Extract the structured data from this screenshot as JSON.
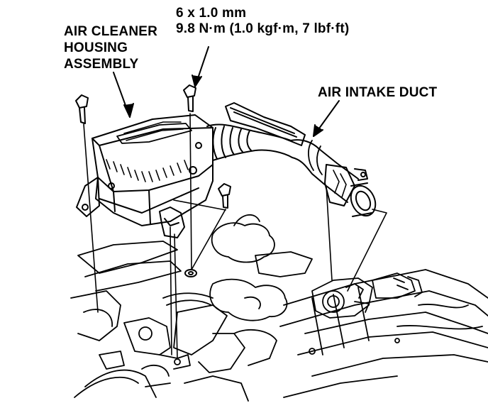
{
  "callouts": {
    "housing": {
      "line1": "AIR CLEANER",
      "line2": "HOUSING",
      "line3": "ASSEMBLY"
    },
    "bolt_spec": {
      "size": "6 x 1.0 mm",
      "torque": "9.8 N·m (1.0 kgf·m, 7 lbf·ft)"
    },
    "duct": "AIR INTAKE DUCT"
  },
  "colors": {
    "ink": "#000000",
    "paper": "#ffffff"
  }
}
